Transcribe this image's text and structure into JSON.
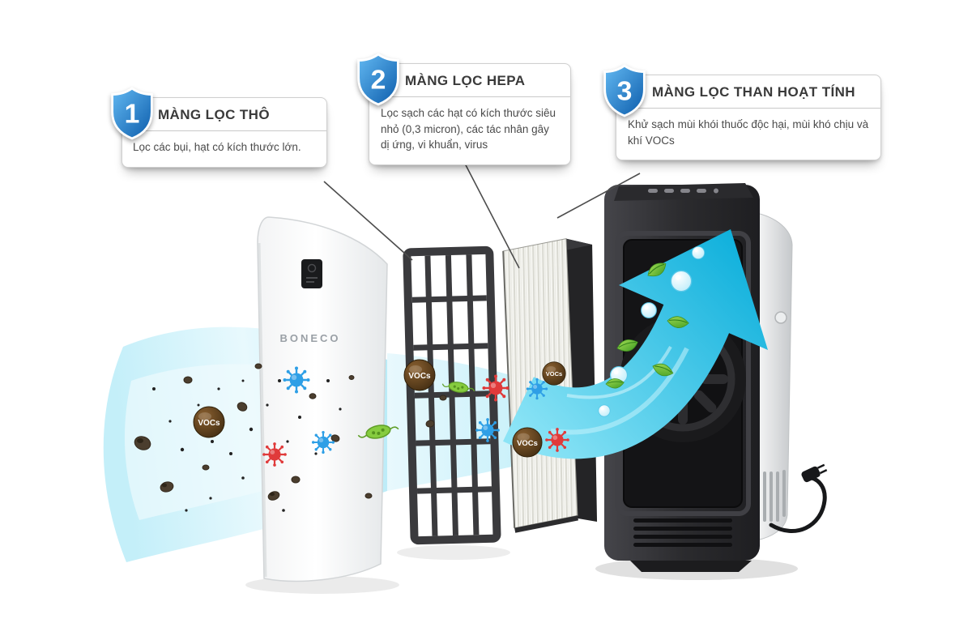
{
  "callouts": [
    {
      "number": "1",
      "title": "MÀNG LỌC THÔ",
      "body": "Lọc các bụi, hạt có kích thước lớn."
    },
    {
      "number": "2",
      "title": "MÀNG LỌC HEPA",
      "body": "Lọc sạch các hạt có kích thước siêu nhỏ (0,3 micron), các tác nhân gây dị ứng, vi khuẩn, virus"
    },
    {
      "number": "3",
      "title": "MÀNG LỌC THAN HOẠT TÍNH",
      "body": "Khử sạch mùi khói thuốc độc hại, mùi khó chịu và khí VOCs"
    }
  ],
  "product": {
    "brand": "BONECO"
  },
  "labels": {
    "vocs": "VOCs"
  },
  "colors": {
    "shield_blue": "#1a73c8",
    "arrow_cyan": "#2cc0e6",
    "voc_brown": "#4a3218",
    "stream_light": "#cdeffa"
  }
}
